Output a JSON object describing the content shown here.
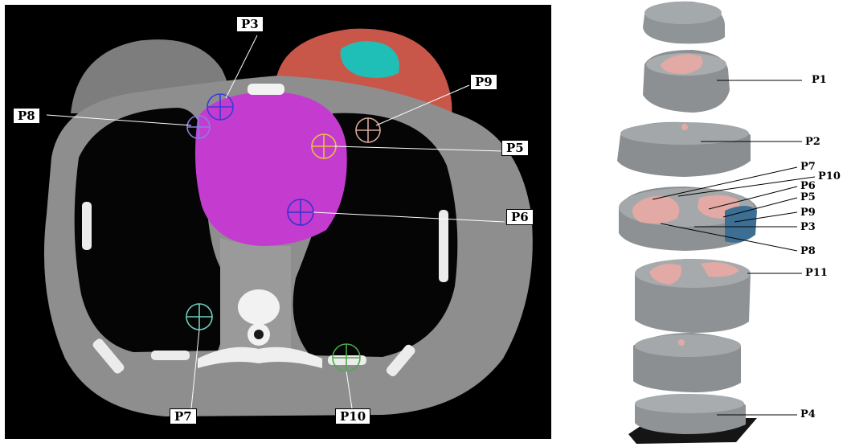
{
  "ct_slice": {
    "labels": [
      "P3",
      "P8",
      "P9",
      "P5",
      "P6",
      "P7",
      "P10"
    ],
    "colors": {
      "heart": "#c43ccf",
      "breast": "#c8574a",
      "breast_inner": "#1fbfb8",
      "P3": "#3a3ad8",
      "P8": "#8a7ee0",
      "P9": "#d8a89a",
      "P5": "#e8c040",
      "P6": "#3a2fd0",
      "P7": "#6ad0c0",
      "P10": "#4caa4c"
    }
  },
  "phantom_stack": {
    "labels": [
      "P1",
      "P2",
      "P7",
      "P10",
      "P6",
      "P5",
      "P9",
      "P3",
      "P8",
      "P11",
      "P4"
    ],
    "colors": {
      "slab": "#9a9ea0",
      "lung": "#e3a9a4",
      "heart_insert": "#3d6f95"
    }
  }
}
